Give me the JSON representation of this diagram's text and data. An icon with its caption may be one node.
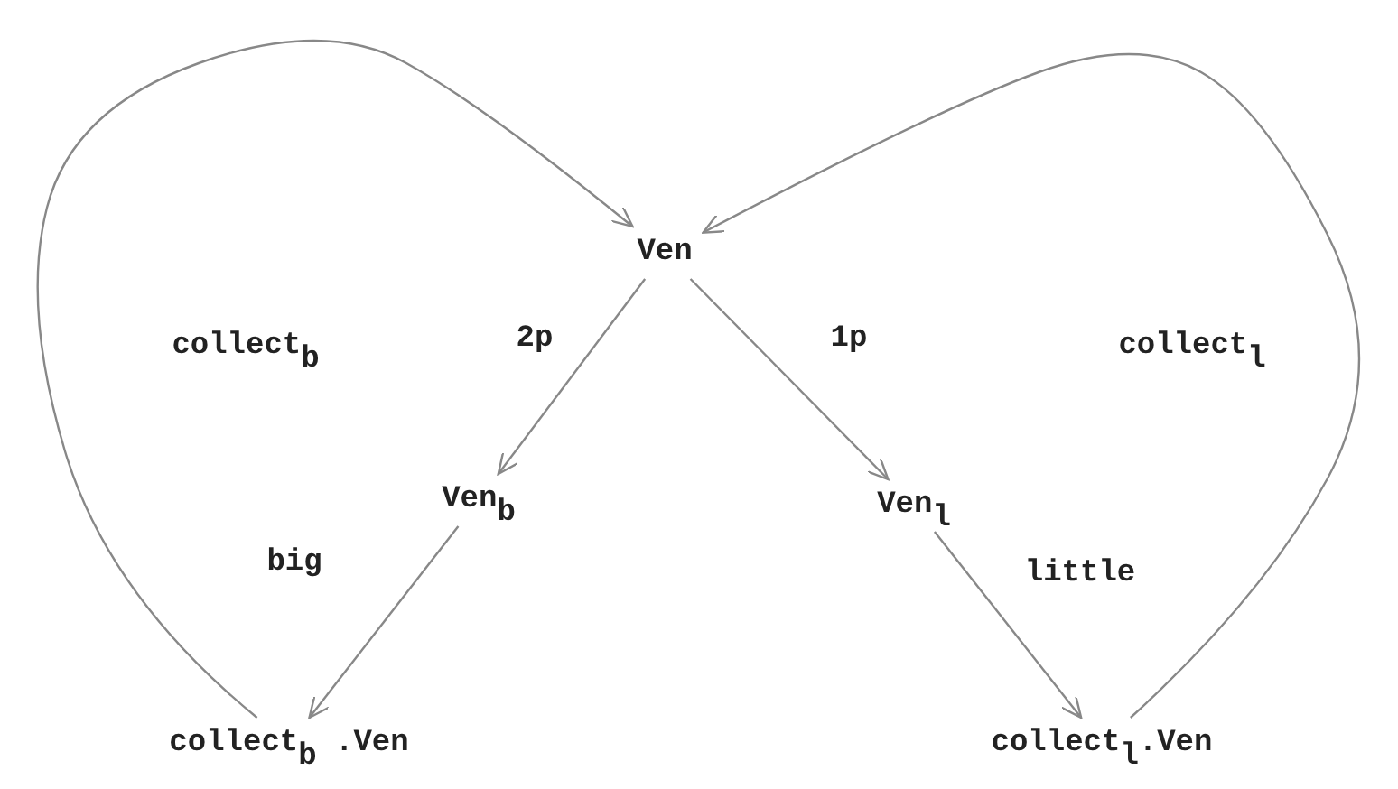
{
  "diagram": {
    "nodes": [
      {
        "text": [
          "Ven"
        ]
      },
      {
        "text": [
          "Ven$_{b}$"
        ]
      },
      {
        "text": [
          "Ven$_{l}$"
        ]
      },
      {
        "text": [
          "collect$_{b}$ .Ven"
        ]
      },
      {
        "text": [
          "collect$_{l}$.Ven"
        ]
      }
    ],
    "edges": [
      {
        "from": 0,
        "to": 1,
        "arrow": "to",
        "label": "2p"
      },
      {
        "from": 0,
        "to": 2,
        "arrow": "to",
        "label": "1p"
      },
      {
        "from": 1,
        "to": 3,
        "arrow": "to",
        "label": "big"
      },
      {
        "from": 2,
        "to": 4,
        "arrow": "to",
        "label": "little"
      },
      {
        "from": 3,
        "to": 0,
        "arrow": "to",
        "label": "collect$_{b}$"
      },
      {
        "from": 4,
        "to": 0,
        "arrow": "to",
        "label": "collect$_{l}$"
      }
    ]
  }
}
